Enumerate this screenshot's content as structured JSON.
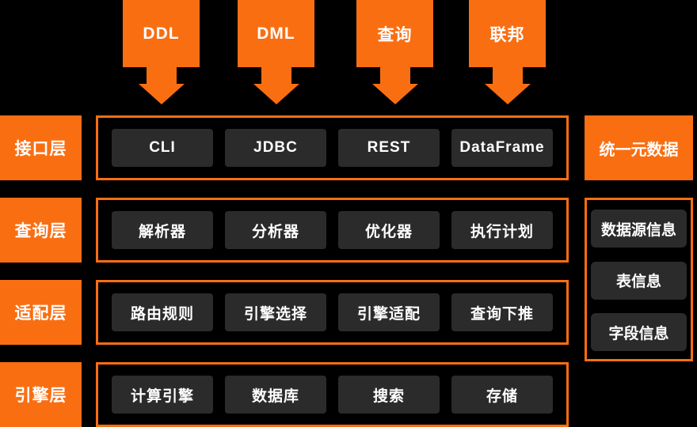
{
  "colors": {
    "background": "#000000",
    "accent": "#FA6E12",
    "cell_dark": "#2B2B2B",
    "text": "#FFFFFF"
  },
  "top_inputs": [
    {
      "label": "DDL"
    },
    {
      "label": "DML"
    },
    {
      "label": "查询"
    },
    {
      "label": "联邦"
    }
  ],
  "layers": [
    {
      "label": "接口层",
      "items": [
        "CLI",
        "JDBC",
        "REST",
        "DataFrame"
      ]
    },
    {
      "label": "查询层",
      "items": [
        "解析器",
        "分析器",
        "优化器",
        "执行计划"
      ]
    },
    {
      "label": "适配层",
      "items": [
        "路由规则",
        "引擎选择",
        "引擎适配",
        "查询下推"
      ]
    },
    {
      "label": "引擎层",
      "items": [
        "计算引擎",
        "数据库",
        "搜索",
        "存储"
      ]
    }
  ],
  "metadata_panel": {
    "title": "统一元数据",
    "items": [
      "数据源信息",
      "表信息",
      "字段信息"
    ]
  }
}
